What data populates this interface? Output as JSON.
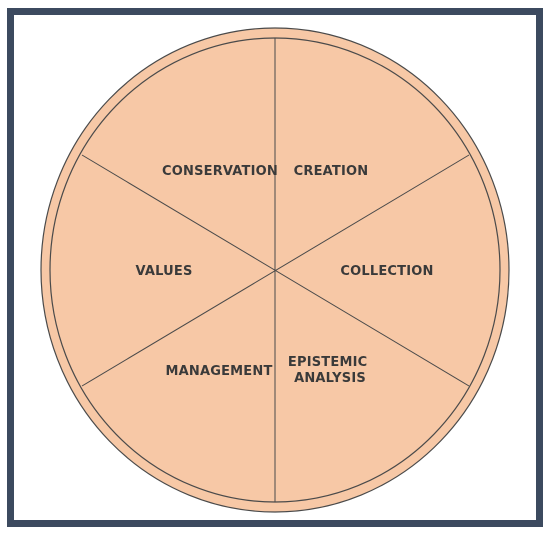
{
  "colors": {
    "frame": "#3c4a5f",
    "fill": "#f7c8a6",
    "stroke": "#4a4a4a",
    "text": "#3a3a3a"
  },
  "segments": [
    {
      "id": "conservation",
      "lines": [
        "CONSERVATION"
      ]
    },
    {
      "id": "creation",
      "lines": [
        "CREATION"
      ]
    },
    {
      "id": "collection",
      "lines": [
        "COLLECTION"
      ]
    },
    {
      "id": "epistemic-analysis",
      "lines": [
        "EPISTEMIC",
        "ANALYSIS"
      ]
    },
    {
      "id": "management",
      "lines": [
        "MANAGEMENT"
      ]
    },
    {
      "id": "values",
      "lines": [
        "VALUES"
      ]
    }
  ]
}
